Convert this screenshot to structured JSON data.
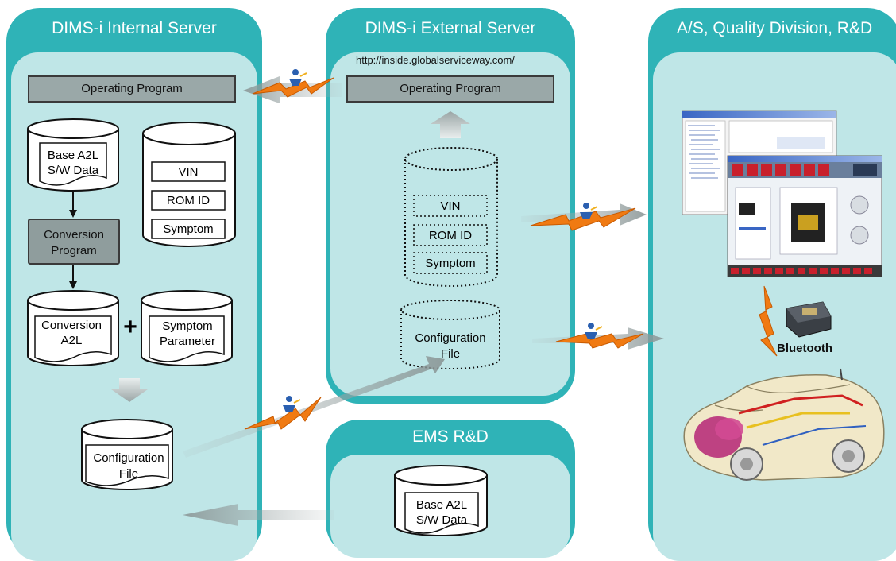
{
  "panels": {
    "internal": {
      "title": "DIMS-i Internal Server"
    },
    "external": {
      "title": "DIMS-i External Server",
      "url": "http://inside.globalserviceway.com/"
    },
    "asqd": {
      "title": "A/S, Quality Division, R&D"
    },
    "ems": {
      "title": "EMS R&D"
    }
  },
  "internal": {
    "operating_program": "Operating Program",
    "base_a2l_line1": "Base A2L",
    "base_a2l_line2": "S/W Data",
    "vin": "VIN",
    "rom_id": "ROM ID",
    "symptom": "Symptom",
    "conversion_program_line1": "Conversion",
    "conversion_program_line2": "Program",
    "conversion_a2l_line1": "Conversion",
    "conversion_a2l_line2": "A2L",
    "plus": "+",
    "symptom_param_line1": "Symptom",
    "symptom_param_line2": "Parameter",
    "config_line1": "Configuration",
    "config_line2": "File"
  },
  "external": {
    "operating_program": "Operating Program",
    "vin": "VIN",
    "rom_id": "ROM ID",
    "symptom": "Symptom",
    "config_line1": "Configuration",
    "config_line2": "File"
  },
  "ems": {
    "base_a2l_line1": "Base A2L",
    "base_a2l_line2": "S/W Data"
  },
  "asqd": {
    "bluetooth": "Bluetooth"
  },
  "colors": {
    "panel_border": "#2fb3b7",
    "panel_fill": "#bfe6e7",
    "box_fill": "#9aa8a8",
    "lightning": "#f07a12"
  }
}
